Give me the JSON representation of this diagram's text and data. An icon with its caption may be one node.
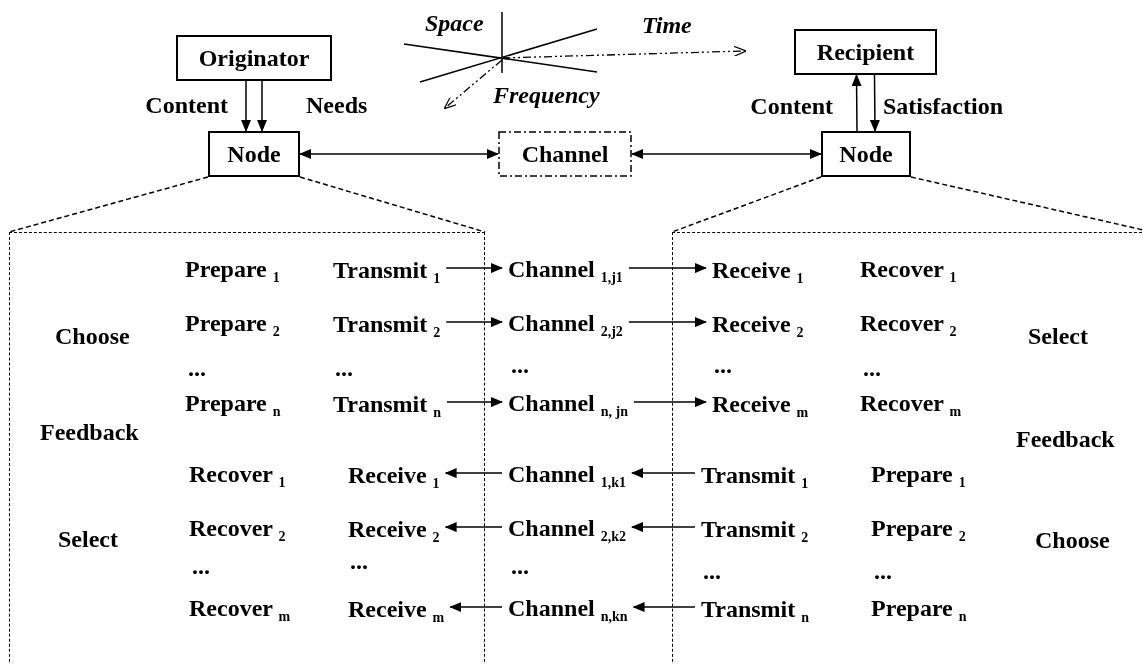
{
  "diagram": {
    "nodes": [
      {
        "text": [
          "Originator"
        ]
      },
      {
        "text": [
          "Recipient"
        ]
      },
      {
        "text": [
          "Node"
        ]
      },
      {
        "text": [
          "Channel"
        ]
      },
      {
        "text": [
          "Node"
        ]
      },
      {
        "text": [],
        "shape": "box"
      },
      {
        "text": [],
        "shape": "box"
      },
      {
        "text": [
          "Transmit $_{1}$"
        ],
        "in": 5
      },
      {
        "text": [
          "Channel $_{1,j1}$"
        ]
      },
      {
        "text": [
          "Receive $_{1}$"
        ],
        "in": 6
      },
      {
        "text": [
          "Transmit $_{2}$"
        ],
        "in": 5
      },
      {
        "text": [
          "Channel $_{2,j2}$"
        ]
      },
      {
        "text": [
          "Receive $_{2}$"
        ],
        "in": 6
      },
      {
        "text": [
          "Transmit $_{n}$"
        ],
        "in": 5
      },
      {
        "text": [
          "Channel $_{n, jn}$"
        ]
      },
      {
        "text": [
          "Receive $_{m}$"
        ],
        "in": 6
      },
      {
        "text": [
          "Receive $_{1}$"
        ],
        "in": 5
      },
      {
        "text": [
          "Channel $_{1,k1}$"
        ]
      },
      {
        "text": [
          "Transmit $_{1}$"
        ],
        "in": 6
      },
      {
        "text": [
          "Receive $_{2}$"
        ],
        "in": 5
      },
      {
        "text": [
          "Channel $_{2,k2}$"
        ]
      },
      {
        "text": [
          "Transmit $_{2}$"
        ],
        "in": 6
      },
      {
        "text": [
          "Receive $_{m}$"
        ],
        "in": 5
      },
      {
        "text": [
          "Channel $_{n,kn}$"
        ]
      },
      {
        "text": [
          "Transmit $_{n}$"
        ],
        "in": 6
      }
    ],
    "edges": [
      {
        "from": 0,
        "to": 2,
        "arrow": "to",
        "label": "Content"
      },
      {
        "from": 0,
        "to": 2,
        "arrow": "to",
        "label": "Needs"
      },
      {
        "from": 2,
        "to": 3,
        "arrow": "both"
      },
      {
        "from": 3,
        "to": 4,
        "arrow": "both"
      },
      {
        "from": 4,
        "to": 1,
        "arrow": "to",
        "label": "Content"
      },
      {
        "from": 1,
        "to": 4,
        "arrow": "to",
        "label": "Satisfaction"
      },
      {
        "from": 2,
        "to": 5,
        "arrow": "none",
        "style": "dashed"
      },
      {
        "from": 2,
        "to": 5,
        "arrow": "none",
        "style": "dashed"
      },
      {
        "from": 4,
        "to": 6,
        "arrow": "none",
        "style": "dashed"
      },
      {
        "from": 4,
        "to": 6,
        "arrow": "none",
        "style": "dashed"
      },
      {
        "from": 7,
        "to": 8,
        "arrow": "to"
      },
      {
        "from": 8,
        "to": 9,
        "arrow": "to"
      },
      {
        "from": 10,
        "to": 11,
        "arrow": "to"
      },
      {
        "from": 11,
        "to": 12,
        "arrow": "to"
      },
      {
        "from": 13,
        "to": 14,
        "arrow": "to"
      },
      {
        "from": 14,
        "to": 15,
        "arrow": "to"
      },
      {
        "from": 17,
        "to": 16,
        "arrow": "to"
      },
      {
        "from": 18,
        "to": 17,
        "arrow": "to"
      },
      {
        "from": 20,
        "to": 19,
        "arrow": "to"
      },
      {
        "from": 21,
        "to": 20,
        "arrow": "to"
      },
      {
        "from": 23,
        "to": 22,
        "arrow": "to"
      },
      {
        "from": 24,
        "to": 23,
        "arrow": "to"
      }
    ],
    "labels": [
      "Space",
      "Time",
      "Frequency",
      "Prepare $_{1}$",
      "Recover $_{1}$",
      "Choose",
      "Prepare $_{2}$",
      "Recover $_{2}$",
      "Select",
      "...",
      "...",
      "...",
      "...",
      "...",
      "Prepare $_{n}$",
      "Recover $_{m}$",
      "Feedback",
      "Feedback",
      "Recover $_{1}$",
      "Prepare $_{1}$",
      "Select",
      "Recover $_{2}$",
      "Prepare $_{2}$",
      "Choose",
      "...",
      "...",
      "...",
      "...",
      "...",
      "Recover $_{m}$",
      "Prepare $_{n}$"
    ]
  }
}
